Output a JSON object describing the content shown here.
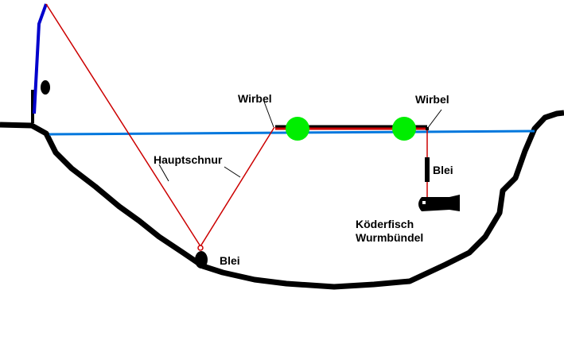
{
  "labels": {
    "swivel_left": "Wirbel",
    "swivel_right": "Wirbel",
    "main_line": "Hauptschnur",
    "sinker_bottom": "Blei",
    "sinker_right": "Blei",
    "bait_line1": "Köderfisch",
    "bait_line2": "Wurmbündel"
  },
  "colors": {
    "rod": "#0000cc",
    "line": "#cc0000",
    "water": "#0077dd",
    "float": "#00ee00",
    "ground": "#000000"
  }
}
